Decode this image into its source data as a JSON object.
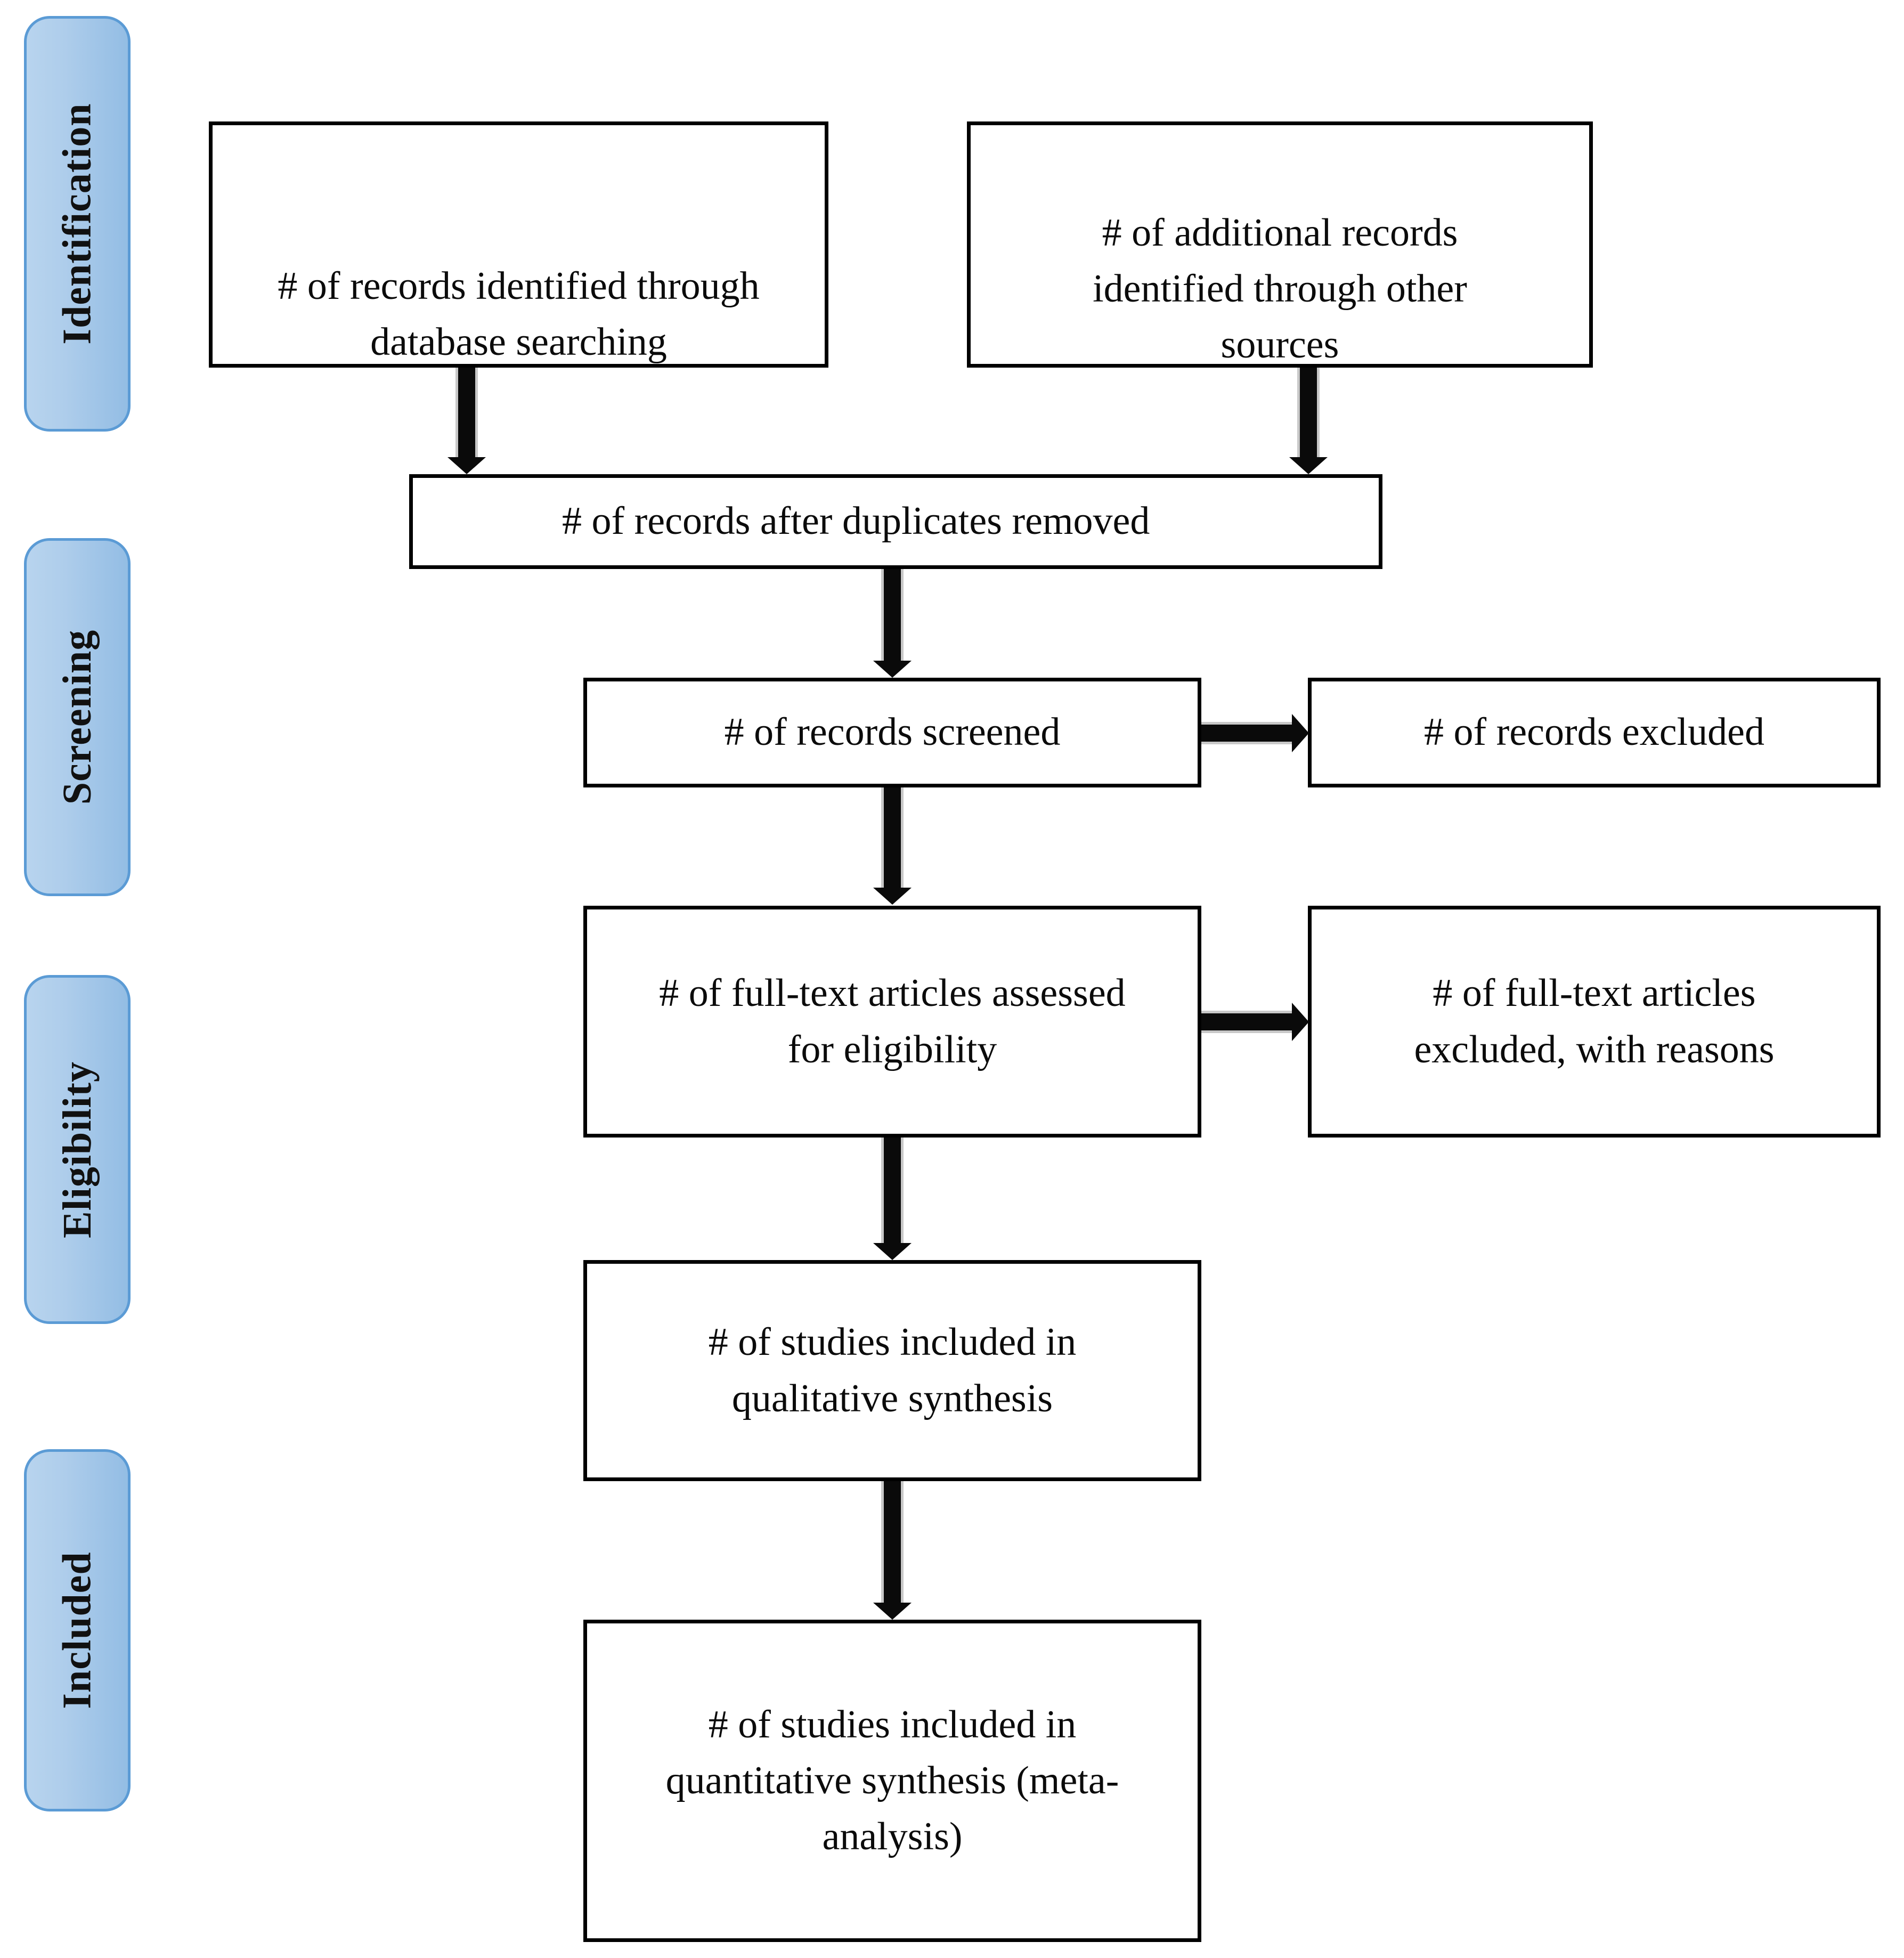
{
  "diagram": {
    "title": "PRISMA Flow Diagram",
    "type": "prisma-flowchart",
    "colors": {
      "phase_fill_light": "#b8d4ee",
      "phase_fill_dark": "#93bde4",
      "phase_border": "#5b9bd5",
      "box_border": "#000000",
      "box_fill": "#ffffff",
      "arrow": "#0a0a0a",
      "arrow_edge": "#c8c8c8",
      "text": "#0b0b0b"
    }
  },
  "phases": [
    {
      "id": "identification",
      "label": "Identification"
    },
    {
      "id": "screening",
      "label": "Screening"
    },
    {
      "id": "eligibility",
      "label": "Eligibility"
    },
    {
      "id": "included",
      "label": "Included"
    }
  ],
  "boxes": {
    "records_identified": {
      "text": "# of records identified through\ndatabase searching"
    },
    "additional_records": {
      "text": "# of additional records\nidentified through other\nsources"
    },
    "duplicates_removed": {
      "text": "# of records after duplicates removed"
    },
    "records_screened": {
      "text": "# of records screened"
    },
    "records_excluded": {
      "text": "# of records excluded"
    },
    "fulltext_assessed": {
      "text": "# of full-text articles assessed\nfor eligibility"
    },
    "fulltext_excluded": {
      "text": "# of full-text articles\nexcluded, with reasons"
    },
    "qualitative_synthesis": {
      "text": "# of studies included in\nqualitative synthesis"
    },
    "quantitative_synthesis": {
      "text": "# of studies included in\nquantitative synthesis (meta-\nanalysis)"
    }
  },
  "arrows": [
    {
      "id": "identified-to-duplicates",
      "from": "records_identified",
      "to": "duplicates_removed",
      "direction": "down"
    },
    {
      "id": "additional-to-duplicates",
      "from": "additional_records",
      "to": "duplicates_removed",
      "direction": "down"
    },
    {
      "id": "duplicates-to-screened",
      "from": "duplicates_removed",
      "to": "records_screened",
      "direction": "down"
    },
    {
      "id": "screened-to-excluded",
      "from": "records_screened",
      "to": "records_excluded",
      "direction": "right"
    },
    {
      "id": "screened-to-fulltext",
      "from": "records_screened",
      "to": "fulltext_assessed",
      "direction": "down"
    },
    {
      "id": "fulltext-to-excluded",
      "from": "fulltext_assessed",
      "to": "fulltext_excluded",
      "direction": "right"
    },
    {
      "id": "fulltext-to-qualitative",
      "from": "fulltext_assessed",
      "to": "qualitative_synthesis",
      "direction": "down"
    },
    {
      "id": "qualitative-to-quantitative",
      "from": "qualitative_synthesis",
      "to": "quantitative_synthesis",
      "direction": "down"
    }
  ]
}
